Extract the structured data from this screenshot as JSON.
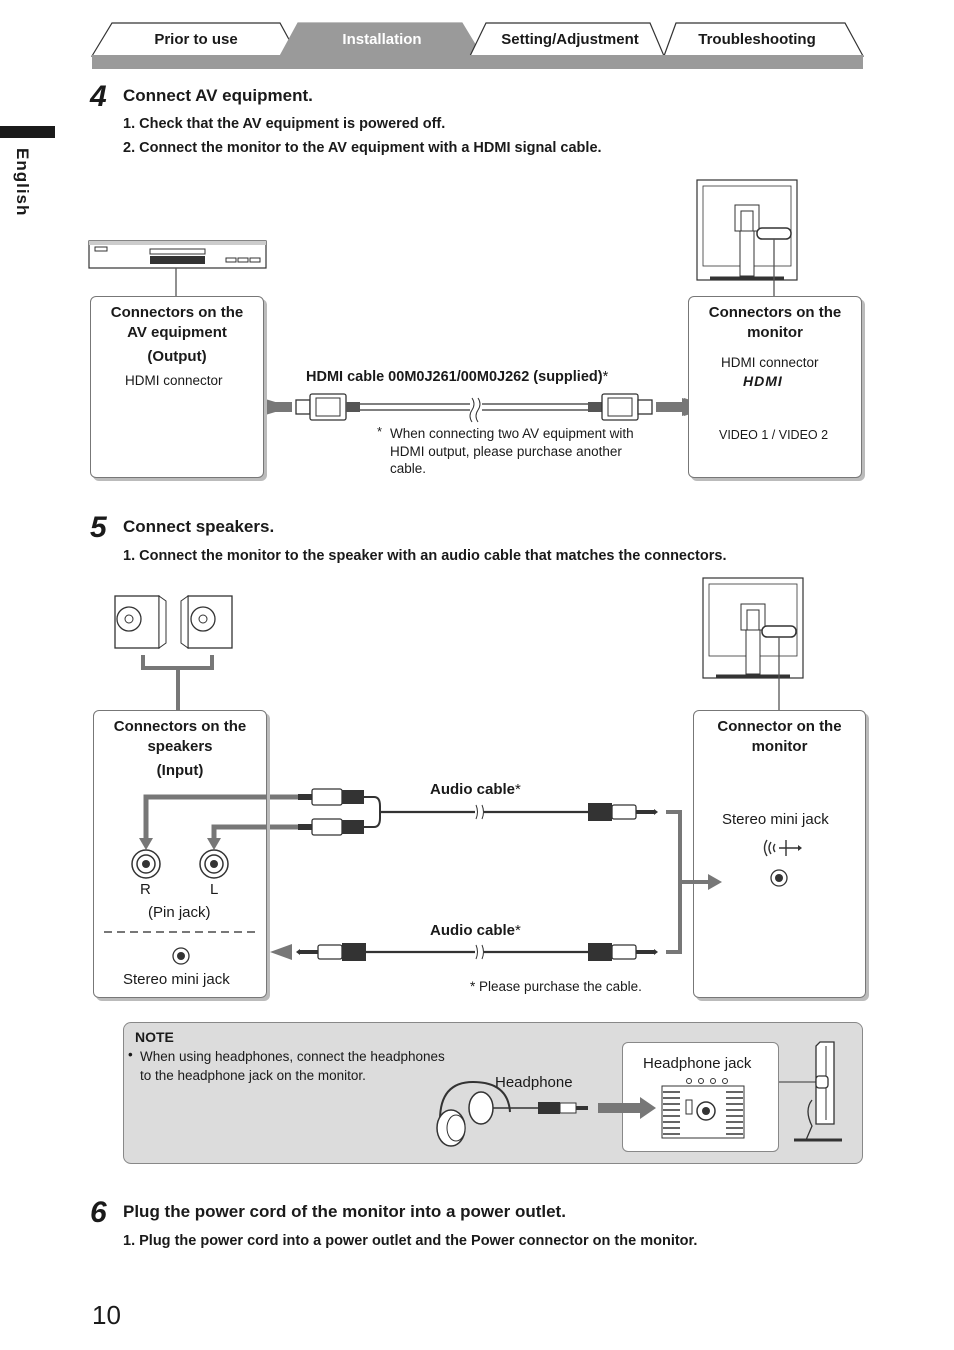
{
  "tabs": [
    {
      "label": "Prior to use"
    },
    {
      "label": "Installation"
    },
    {
      "label": "Setting/Adjustment"
    },
    {
      "label": "Troubleshooting"
    }
  ],
  "sidebar": {
    "language": "English"
  },
  "step4": {
    "number": "4",
    "title": "Connect AV equipment.",
    "substeps": [
      "1. Check that the AV equipment is powered off.",
      "2. Connect the monitor to the AV equipment with a HDMI signal cable."
    ],
    "av_box": {
      "title_line1": "Connectors on the",
      "title_line2": "AV equipment",
      "subtitle": "(Output)",
      "connector": "HDMI connector"
    },
    "monitor_box": {
      "title_line1": "Connectors on the",
      "title_line2": "monitor",
      "connector": "HDMI connector",
      "logo": "HDMI",
      "ports": "VIDEO 1 / VIDEO 2"
    },
    "cable_label": "HDMI cable 00M0J261/00M0J262 (supplied)",
    "asterisk": "*",
    "footnote_lines": [
      "When connecting two AV equipment with",
      "HDMI output, please purchase another",
      "cable."
    ]
  },
  "step5": {
    "number": "5",
    "title": "Connect speakers.",
    "substeps": [
      "1. Connect the monitor to the speaker with an audio cable that matches the connectors."
    ],
    "speakers_box": {
      "title_line1": "Connectors on the",
      "title_line2": "speakers",
      "subtitle": "(Input)",
      "right_label": "R",
      "left_label": "L",
      "pin_jack": "(Pin jack)",
      "stereo_mini_jack": "Stereo mini jack"
    },
    "monitor_box": {
      "title_line1": "Connector on the",
      "title_line2": "monitor",
      "stereo_mini_jack": "Stereo mini jack"
    },
    "audio_cable_label_1": "Audio cable",
    "audio_cable_label_2": "Audio cable",
    "asterisk": "*",
    "footnote": "Please purchase the cable."
  },
  "note": {
    "title": "NOTE",
    "bullet": "•",
    "text_line1": "When using headphones, connect the headphones",
    "text_line2": "to the headphone jack on the monitor.",
    "headphone_label": "Headphone",
    "headphone_jack_label": "Headphone jack"
  },
  "step6": {
    "number": "6",
    "title": "Plug the power cord of the monitor into a power outlet.",
    "substeps": [
      "1. Plug the power cord into a power outlet and the Power connector on the monitor."
    ]
  },
  "page_number": "10",
  "colors": {
    "tab_active": "#9a9a9a",
    "tab_bar": "#9a9a9a",
    "note_bg": "#dcdcdc",
    "arrow": "#777777"
  }
}
